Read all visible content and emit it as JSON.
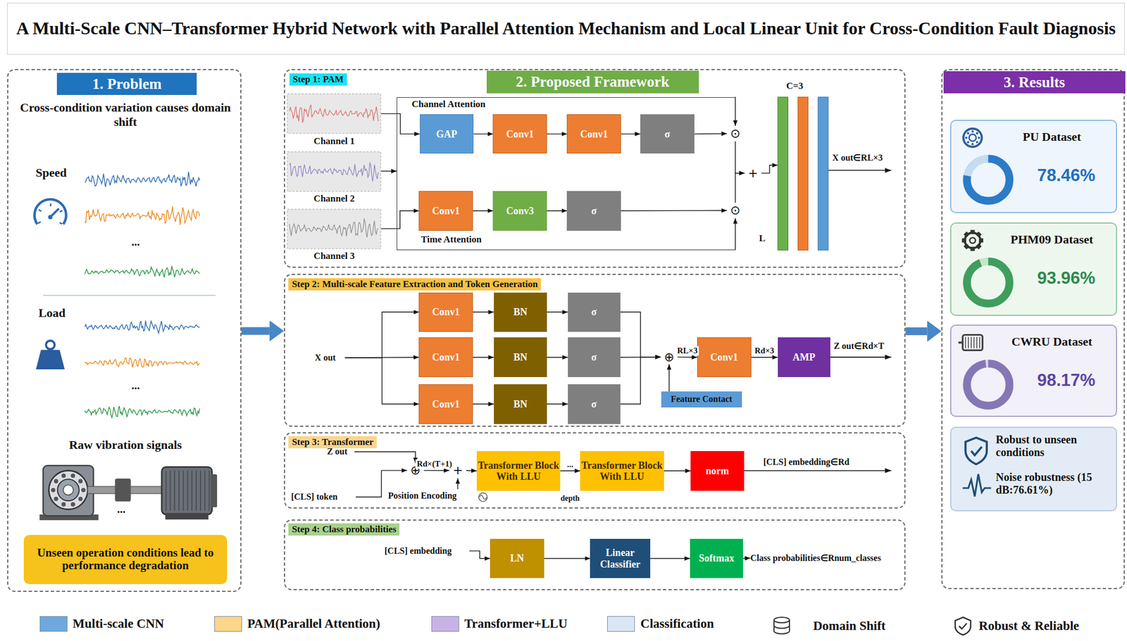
{
  "diagram": {
    "title": "A Multi-Scale CNN–Transformer Hybrid Network with Parallel Attention Mechanism and Local Linear Unit for Cross-Condition Fault Diagnosis",
    "nodes": [
      {
        "text": [
          "1. Problem",
          "Cross-condition variation causes domain shift",
          "Speed",
          "Load",
          "Raw vibration signals"
        ]
      },
      {
        "text": [
          "Unseen operation conditions lead to performance degradation"
        ],
        "in": 0
      },
      {
        "text": [
          "2. Proposed Framework"
        ]
      },
      {
        "text": [
          "Step 1: PAM"
        ]
      },
      {
        "text": [
          "Channel 1"
        ],
        "in": 3
      },
      {
        "text": [
          "Channel 2"
        ],
        "in": 3
      },
      {
        "text": [
          "Channel 3"
        ],
        "in": 3
      },
      {
        "text": [
          "Channel Attention",
          "Time Attention"
        ],
        "in": 3
      },
      {
        "text": [
          "GAP"
        ],
        "in": 7
      },
      {
        "text": [
          "Conv1"
        ],
        "in": 7
      },
      {
        "text": [
          "Conv1"
        ],
        "in": 7
      },
      {
        "text": [
          "σ"
        ],
        "in": 7
      },
      {
        "text": [
          "Conv1"
        ],
        "in": 7
      },
      {
        "text": [
          "Conv3"
        ],
        "in": 7
      },
      {
        "text": [
          "σ"
        ],
        "in": 7
      },
      {
        "text": [
          "⊙"
        ],
        "in": 3
      },
      {
        "text": [
          "+"
        ],
        "in": 3
      },
      {
        "text": [
          "⊙"
        ],
        "in": 3
      },
      {
        "text": [
          "C=3",
          "L"
        ],
        "in": 3
      },
      {
        "text": [
          "Step 2: Multi-scale Feature Extraction and Token Generation"
        ]
      },
      {
        "text": [
          "X out"
        ],
        "in": 19
      },
      {
        "text": [
          "Conv1"
        ],
        "in": 19
      },
      {
        "text": [
          "Conv1"
        ],
        "in": 19
      },
      {
        "text": [
          "Conv1"
        ],
        "in": 19
      },
      {
        "text": [
          "BN"
        ],
        "in": 19
      },
      {
        "text": [
          "BN"
        ],
        "in": 19
      },
      {
        "text": [
          "BN"
        ],
        "in": 19
      },
      {
        "text": [
          "σ"
        ],
        "in": 19
      },
      {
        "text": [
          "σ"
        ],
        "in": 19
      },
      {
        "text": [
          "σ"
        ],
        "in": 19
      },
      {
        "text": [
          "⊕"
        ],
        "in": 19
      },
      {
        "text": [
          "Conv1"
        ],
        "in": 19
      },
      {
        "text": [
          "AMP"
        ],
        "in": 19
      },
      {
        "text": [
          "Feature Contact"
        ],
        "in": 19
      },
      {
        "text": [
          "Step 3: Transformer"
        ]
      },
      {
        "text": [
          "Z out"
        ],
        "in": 34
      },
      {
        "text": [
          "[CLS] token"
        ],
        "in": 34
      },
      {
        "text": [
          "⊕"
        ],
        "in": 34
      },
      {
        "text": [
          "+"
        ],
        "in": 34
      },
      {
        "text": [
          "Position Encoding"
        ],
        "in": 34
      },
      {
        "text": [
          "Transformer Block With LLU"
        ],
        "in": 34
      },
      {
        "text": [
          "Transformer Block With LLU"
        ],
        "in": 34
      },
      {
        "text": [
          "norm"
        ],
        "in": 34
      },
      {
        "text": [
          "Step 4: Class probabilities"
        ]
      },
      {
        "text": [
          "[CLS] embedding"
        ],
        "in": 43
      },
      {
        "text": [
          "LN"
        ],
        "in": 43
      },
      {
        "text": [
          "Linear Classifier"
        ],
        "in": 43
      },
      {
        "text": [
          "Softmax"
        ],
        "in": 43
      },
      {
        "text": [
          "Class probabilities∈Rnum_classes"
        ],
        "in": 43
      },
      {
        "text": [
          "3. Results"
        ]
      },
      {
        "text": [
          "PU Dataset",
          "78.46%"
        ],
        "in": 49
      },
      {
        "text": [
          "PHM09 Dataset",
          "93.96%"
        ],
        "in": 49
      },
      {
        "text": [
          "CWRU Dataset",
          "98.17%"
        ],
        "in": 49
      },
      {
        "text": [
          "Robust to unseen conditions",
          "Noise robustness (15 dB:76.61%)"
        ],
        "in": 49
      }
    ],
    "edges": [
      {
        "from": 0,
        "to": 19,
        "arrow": "to"
      },
      {
        "from": 19,
        "to": 49,
        "arrow": "to"
      },
      {
        "from": 4,
        "to": 8,
        "arrow": "to"
      },
      {
        "from": 5,
        "to": 7,
        "arrow": "to"
      },
      {
        "from": 6,
        "to": 12,
        "arrow": "to"
      },
      {
        "from": 8,
        "to": 9,
        "arrow": "to"
      },
      {
        "from": 9,
        "to": 10,
        "arrow": "to"
      },
      {
        "from": 10,
        "to": 11,
        "arrow": "to"
      },
      {
        "from": 11,
        "to": 15,
        "arrow": "to"
      },
      {
        "from": 12,
        "to": 13,
        "arrow": "to"
      },
      {
        "from": 13,
        "to": 14,
        "arrow": "to"
      },
      {
        "from": 14,
        "to": 17,
        "arrow": "to"
      },
      {
        "from": 7,
        "to": 15,
        "arrow": "to"
      },
      {
        "from": 7,
        "to": 17,
        "arrow": "to"
      },
      {
        "from": 15,
        "to": 16,
        "arrow": "to"
      },
      {
        "from": 17,
        "to": 16,
        "arrow": "to"
      },
      {
        "from": 16,
        "to": 18,
        "arrow": "to"
      },
      {
        "from": 20,
        "to": 21,
        "arrow": "to"
      },
      {
        "from": 20,
        "to": 22,
        "arrow": "to"
      },
      {
        "from": 20,
        "to": 23,
        "arrow": "to"
      },
      {
        "from": 21,
        "to": 24,
        "arrow": "to"
      },
      {
        "from": 22,
        "to": 25,
        "arrow": "to"
      },
      {
        "from": 23,
        "to": 26,
        "arrow": "to"
      },
      {
        "from": 24,
        "to": 27,
        "arrow": "to"
      },
      {
        "from": 25,
        "to": 28,
        "arrow": "to"
      },
      {
        "from": 26,
        "to": 29,
        "arrow": "to"
      },
      {
        "from": 27,
        "to": 30,
        "arrow": "to"
      },
      {
        "from": 28,
        "to": 30,
        "arrow": "to"
      },
      {
        "from": 29,
        "to": 30,
        "arrow": "to"
      },
      {
        "from": 33,
        "to": 30,
        "arrow": "to"
      },
      {
        "from": 30,
        "to": 31,
        "label": "RL×3",
        "arrow": "to"
      },
      {
        "from": 31,
        "to": 32,
        "label": "Rd×3",
        "arrow": "to"
      },
      {
        "from": 35,
        "to": 37,
        "arrow": "to"
      },
      {
        "from": 36,
        "to": 37,
        "arrow": "to"
      },
      {
        "from": 37,
        "to": 38,
        "label": "Rd×(T+1)",
        "arrow": "to"
      },
      {
        "from": 39,
        "to": 38,
        "arrow": "to"
      },
      {
        "from": 38,
        "to": 40,
        "arrow": "to"
      },
      {
        "from": 40,
        "to": 41,
        "label": "...",
        "arrow": "to"
      },
      {
        "from": 41,
        "to": 42,
        "arrow": "to"
      },
      {
        "from": 44,
        "to": 45,
        "arrow": "to"
      },
      {
        "from": 45,
        "to": 46,
        "arrow": "to"
      },
      {
        "from": 46,
        "to": 47,
        "arrow": "to"
      },
      {
        "from": 47,
        "to": 48,
        "arrow": "to"
      }
    ],
    "labels": [
      "...",
      "...",
      "...",
      "X out∈RL×3",
      "Z out∈Rd×T",
      "depth",
      "[CLS] embedding∈Rd"
    ],
    "legend": [
      {
        "text": "Multi-scale CNN",
        "color": "#6fa8dc"
      },
      {
        "text": "PAM(Parallel Attention)",
        "color": "#fcd68a"
      },
      {
        "text": "Transformer+LLU",
        "color": "#c7b3e5"
      },
      {
        "text": "Classification",
        "color": "#dbe7f4"
      },
      {
        "text": "Domain Shift"
      },
      {
        "text": "Robust & Reliable"
      }
    ]
  }
}
